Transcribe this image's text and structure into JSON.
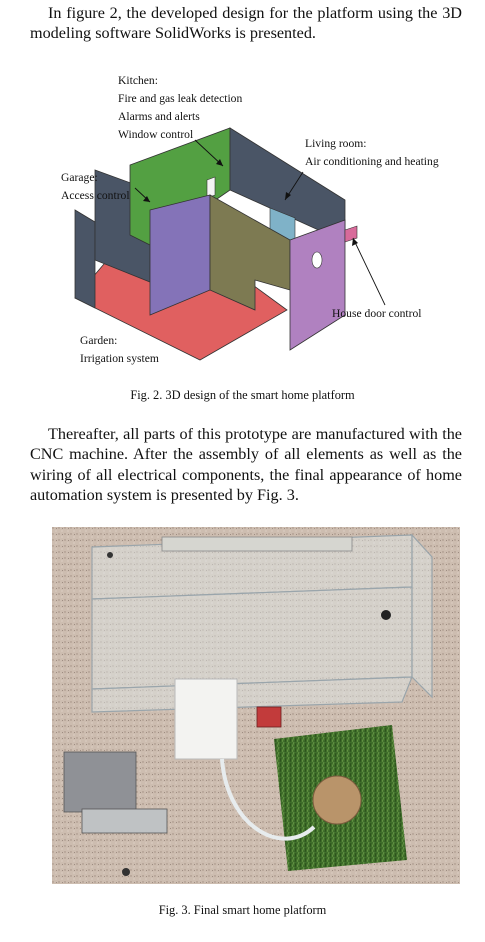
{
  "paragraph1": "In figure 2, the developed design for the platform using the 3D modeling software SolidWorks is presented.",
  "figure2": {
    "labels": {
      "kitchen": [
        "Kitchen:",
        "Fire and gas leak detection",
        "Alarms and alerts",
        "Window control"
      ],
      "living": [
        "Living room:",
        "Air conditioning and heating"
      ],
      "garage": [
        "Garage:",
        "Access control"
      ],
      "door": [
        "House door control"
      ],
      "garden": [
        "Garden:",
        "Irrigation system"
      ]
    },
    "caption": "Fig. 2.  3D design of the smart home platform",
    "colors": {
      "wall_dark": "#4a5566",
      "kitchen_green": "#53a042",
      "living_purple": "#b081c0",
      "partition_violet": "#8473b8",
      "partition_olive": "#7d7a52",
      "floor_red": "#e06060",
      "blue_wall": "#7fb2c8",
      "pink_door": "#d86a9a"
    }
  },
  "paragraph2": "Thereafter, all parts of this prototype are manufactured with the CNC machine. After the assembly of all elements as well as the wiring of all electrical components, the final appearance of home automation system is presented by Fig. 3.",
  "figure3": {
    "caption": "Fig. 3.  Final smart home platform",
    "colors": {
      "floor": "#c9b8ab",
      "grass": "#3f6e2a",
      "acrylic": "#dfe6ea"
    }
  }
}
